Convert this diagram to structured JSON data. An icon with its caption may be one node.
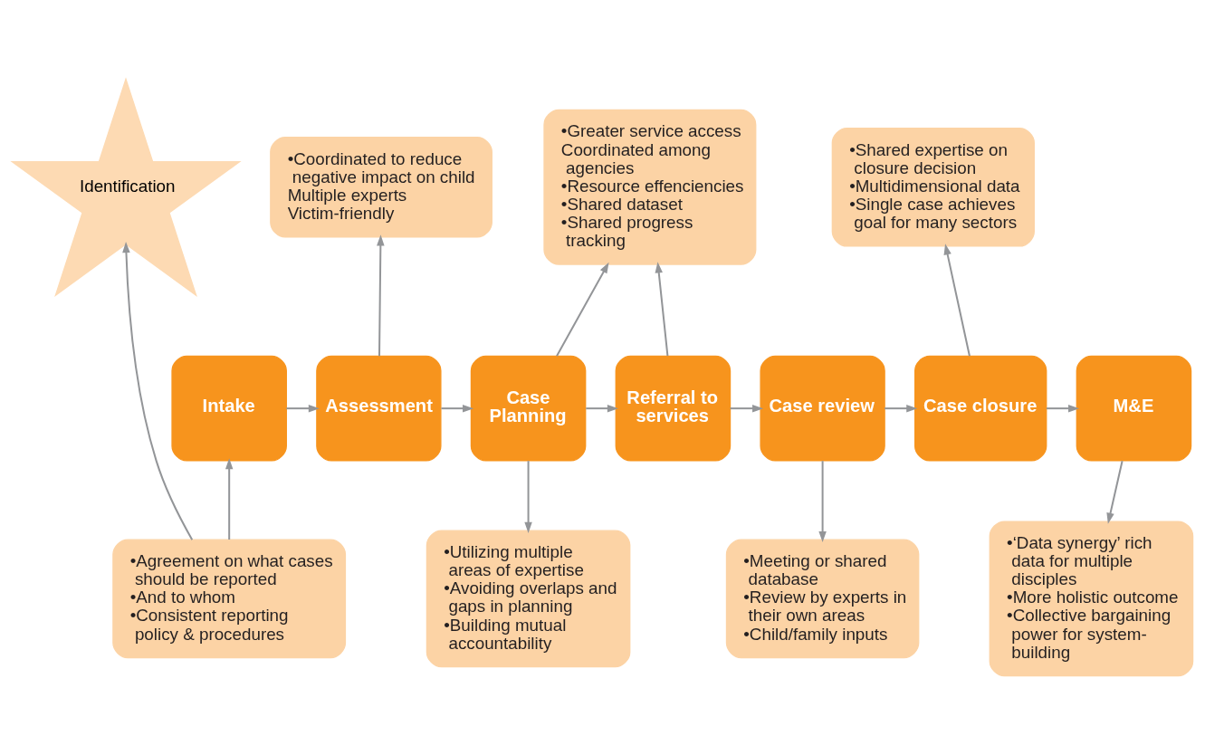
{
  "diagram": {
    "nodes": [
      {
        "text": [
          "Identification"
        ]
      },
      {
        "text": [
          "•Coordinated to reduce negative impact on child",
          "Multiple experts",
          "Victim-friendly"
        ]
      },
      {
        "text": [
          "•Greater service access",
          "Coordinated among agencies",
          "•Resource effenciencies",
          "•Shared dataset",
          "•Shared progress tracking"
        ]
      },
      {
        "text": [
          "•Shared expertise on closure decision",
          "•Multidimensional data",
          "•Single case achieves goal for many sectors"
        ]
      },
      {
        "text": [
          "Intake"
        ]
      },
      {
        "text": [
          "Assessment"
        ]
      },
      {
        "text": [
          "Case Planning"
        ]
      },
      {
        "text": [
          "Referral to services"
        ]
      },
      {
        "text": [
          "Case review"
        ]
      },
      {
        "text": [
          "Case closure"
        ]
      },
      {
        "text": [
          "M&E"
        ]
      },
      {
        "text": [
          "•Agreement on what cases should be reported",
          "•And to whom",
          "•Consistent reporting policy & procedures"
        ]
      },
      {
        "text": [
          "•Utilizing multiple areas of expertise",
          "•Avoiding overlaps and gaps in planning",
          "•Building mutual accountability"
        ]
      },
      {
        "text": [
          "•Meeting or shared database",
          "•Review by experts in their own areas",
          "•Child/family inputs"
        ]
      },
      {
        "text": [
          "•‘Data synergy’ rich data for multiple disciples",
          "•More holistic outcome",
          "•Collective bargaining power for system-building"
        ]
      }
    ],
    "edges": [
      {
        "from": 11,
        "to": 0,
        "arrow": "to"
      },
      {
        "from": 11,
        "to": 4,
        "arrow": "to"
      },
      {
        "from": 4,
        "to": 5,
        "arrow": "to"
      },
      {
        "from": 5,
        "to": 6,
        "arrow": "to"
      },
      {
        "from": 6,
        "to": 7,
        "arrow": "to"
      },
      {
        "from": 7,
        "to": 8,
        "arrow": "to"
      },
      {
        "from": 8,
        "to": 9,
        "arrow": "to"
      },
      {
        "from": 9,
        "to": 10,
        "arrow": "to"
      },
      {
        "from": 5,
        "to": 1,
        "arrow": "to"
      },
      {
        "from": 6,
        "to": 2,
        "arrow": "to"
      },
      {
        "from": 7,
        "to": 2,
        "arrow": "to"
      },
      {
        "from": 9,
        "to": 3,
        "arrow": "to"
      },
      {
        "from": 6,
        "to": 12,
        "arrow": "to"
      },
      {
        "from": 8,
        "to": 13,
        "arrow": "to"
      },
      {
        "from": 10,
        "to": 14,
        "arrow": "to"
      }
    ]
  }
}
